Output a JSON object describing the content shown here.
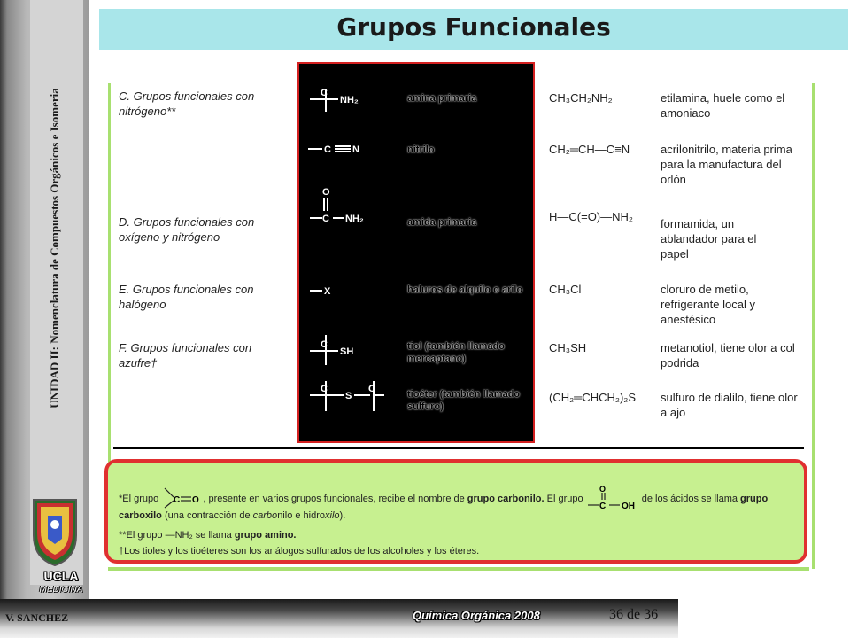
{
  "header": {
    "title": "Grupos Funcionales"
  },
  "sidebar": {
    "vertical_title": "UNIDAD II: Nomenclatura de Compuestos Orgánicos e Isomeria",
    "logo_text": "UCLA",
    "logo_subtext": "MEDICINA"
  },
  "footer": {
    "author": "V. SANCHEZ",
    "course": "Química Orgánica  2008",
    "page": "36 de 36"
  },
  "groups": [
    {
      "label": "C. Grupos funcionales con nitrógeno**"
    },
    {
      "label": "D. Grupos funcionales con oxígeno y nitrógeno"
    },
    {
      "label": "E. Grupos funcionales con halógeno"
    },
    {
      "label": "F. Grupos funcionales con azufre†"
    }
  ],
  "rows": [
    {
      "structure": "—C—NH₂",
      "name": "amina primaria",
      "example": "CH₃CH₂NH₂",
      "description": "etilamina, huele como el amoniaco"
    },
    {
      "structure": "—C≡N",
      "name": "nitrilo",
      "example": "CH₂═CH—C≡N",
      "description": "acrilonitrilo, materia prima para la manufactura del orlón"
    },
    {
      "structure": "—C(=O)—NH₂",
      "name": "amida primaria",
      "example": "H—C(=O)—NH₂",
      "description": "formamida, un ablandador para el papel"
    },
    {
      "structure": "—X",
      "name": "haluros de alquilo o arilo",
      "example": "CH₃Cl",
      "description": "cloruro de metilo, refrigerante local y anestésico"
    },
    {
      "structure": "—C—SH",
      "name": "tiol (también llamado mercaptano)",
      "example": "CH₃SH",
      "description": "metanotiol, tiene olor a col podrida"
    },
    {
      "structure": "—C—S—C—",
      "name": "tioéter (también llamado sulfuro)",
      "example": "(CH₂═CHCH₂)₂S",
      "description": "sulfuro de dialilo, tiene olor a ajo"
    }
  ],
  "notes": {
    "line1_a": "*El grupo",
    "line1_b": ", presente en varios grupos funcionales, recibe el nombre de",
    "line1_c": "grupo carbonilo.",
    "line1_d": "El grupo",
    "line1_e": "de los ácidos se llama",
    "line1_f": "grupo",
    "line2_a": "carboxilo",
    "line2_b": "(una contracción de",
    "line2_c": "carbo",
    "line2_d": "nilo e hidro",
    "line2_e": "xilo",
    "line2_f": ").",
    "line3_a": "**El grupo —NH₂ se llama",
    "line3_b": "grupo amino.",
    "line4": "†Los tioles y los tioéteres son los análogos sulfurados de los alcoholes y los éteres."
  }
}
